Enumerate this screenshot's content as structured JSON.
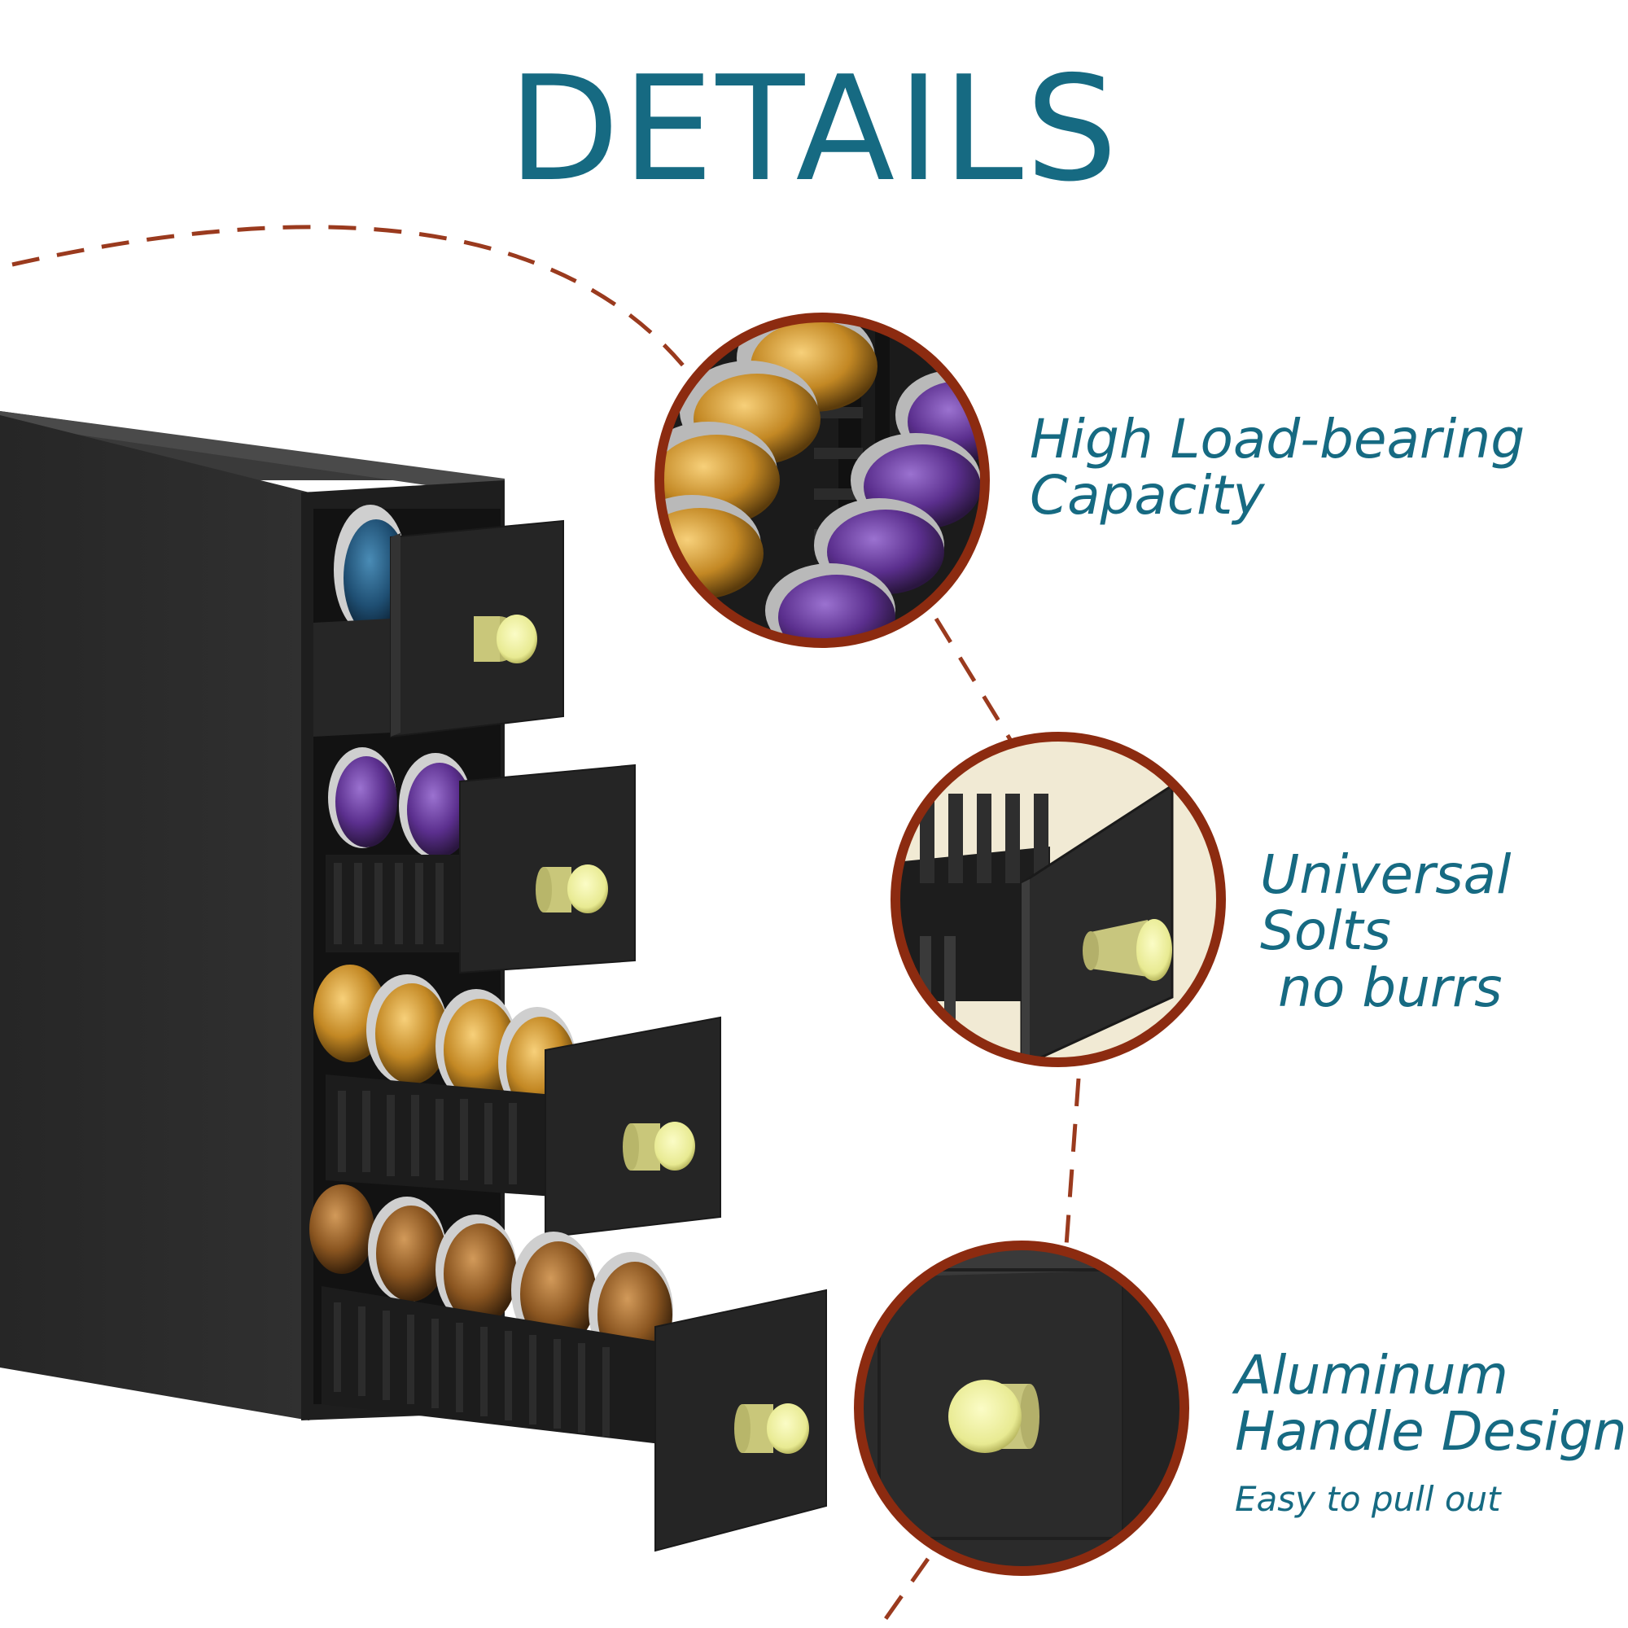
{
  "title": "DETAILS",
  "features": [
    {
      "lines": [
        "High Load-bearing",
        "Capacity"
      ]
    },
    {
      "lines": [
        "Universal Solts",
        "no burrs"
      ]
    },
    {
      "lines": [
        "Aluminum",
        "Handle Design"
      ],
      "sub": "Easy to pull out"
    }
  ],
  "colors": {
    "accent": "#166a82",
    "ring": "#8c2b10",
    "dash": "#9a3a1e",
    "organizer": "#2b2b2b",
    "knob": "#ecee9c",
    "pod_gold": "#c98f2a",
    "pod_purple": "#6a3b9a",
    "pod_blue": "#1f4f73",
    "pod_bronze": "#8a5520"
  }
}
